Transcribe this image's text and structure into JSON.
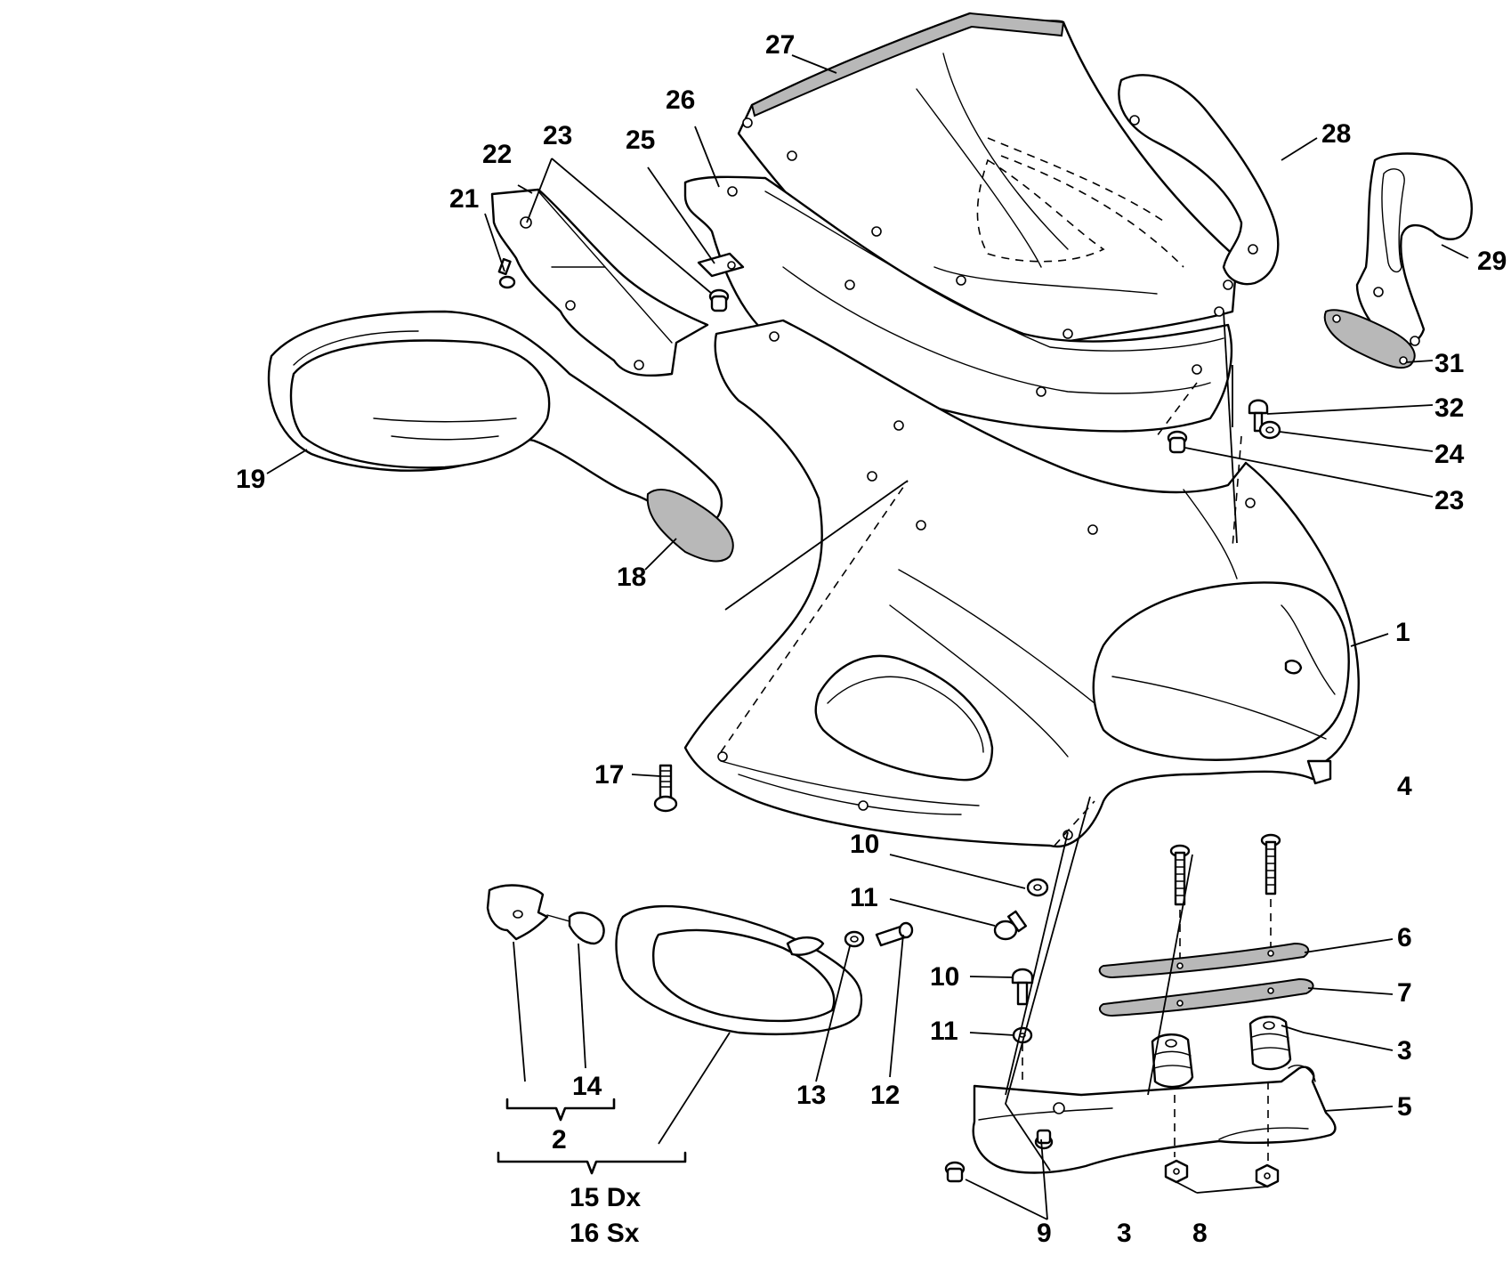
{
  "callouts": {
    "c1": "1",
    "c2": "2",
    "c3a": "3",
    "c3b": "3",
    "c4": "4",
    "c5": "5",
    "c6": "6",
    "c7": "7",
    "c8": "8",
    "c9": "9",
    "c10a": "10",
    "c10b": "10",
    "c11a": "11",
    "c11b": "11",
    "c12": "12",
    "c13": "13",
    "c14": "14",
    "c15": "15 Dx",
    "c16": "16 Sx",
    "c17": "17",
    "c18": "18",
    "c19": "19",
    "c21": "21",
    "c22": "22",
    "c23a": "23",
    "c23b": "23",
    "c24": "24",
    "c25": "25",
    "c26": "26",
    "c27": "27",
    "c28": "28",
    "c29": "29",
    "c31": "31",
    "c32": "32"
  }
}
